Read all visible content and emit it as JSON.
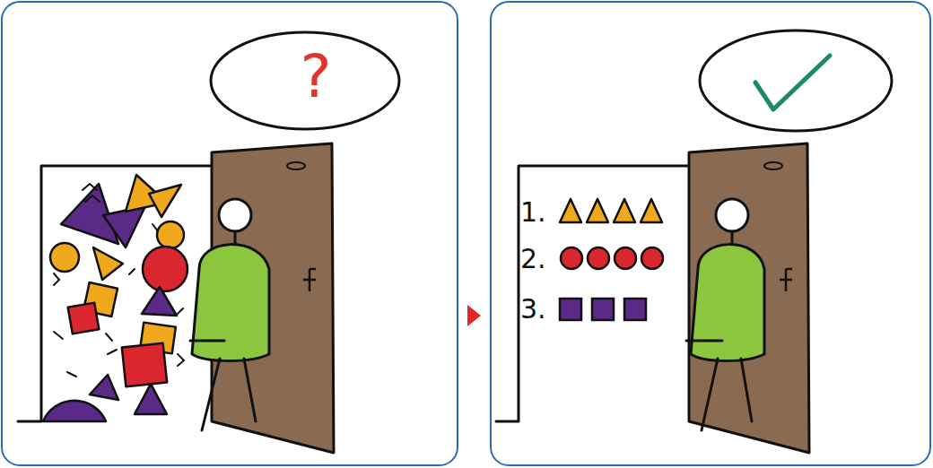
{
  "diagram": {
    "nodes": [
      {
        "text": [
          "?"
        ]
      }
    ],
    "labels": [
      "1.",
      "2.",
      "3."
    ]
  }
}
